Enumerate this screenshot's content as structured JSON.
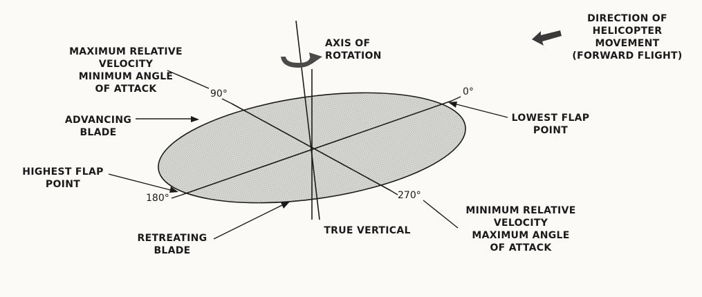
{
  "labels": {
    "max_velocity": [
      "MAXIMUM RELATIVE",
      "VELOCITY",
      "MINIMUM ANGLE",
      "OF ATTACK"
    ],
    "axis_rotation": [
      "AXIS OF",
      "ROTATION"
    ],
    "direction": [
      "DIRECTION OF",
      "HELICOPTER",
      "MOVEMENT",
      "(FORWARD FLIGHT)"
    ],
    "advancing_blade": [
      "ADVANCING",
      "BLADE"
    ],
    "lowest_flap": [
      "LOWEST FLAP",
      "POINT"
    ],
    "highest_flap": [
      "HIGHEST FLAP",
      "POINT"
    ],
    "retreating_blade": [
      "RETREATING",
      "BLADE"
    ],
    "true_vertical": "TRUE VERTICAL",
    "min_velocity": [
      "MINIMUM RELATIVE",
      "VELOCITY",
      "MAXIMUM ANGLE",
      "OF ATTACK"
    ]
  },
  "degrees": {
    "d90": "90°",
    "d0": "0°",
    "d180": "180°",
    "d270": "270°"
  },
  "colors": {
    "ink": "#1a1a1a",
    "disc_fill": "#d6d6d3",
    "arrow_fill": "#4a4a4a"
  },
  "icons": {
    "rotation": "curved-rotation-arrow-icon",
    "direction": "direction-arrow-icon"
  }
}
